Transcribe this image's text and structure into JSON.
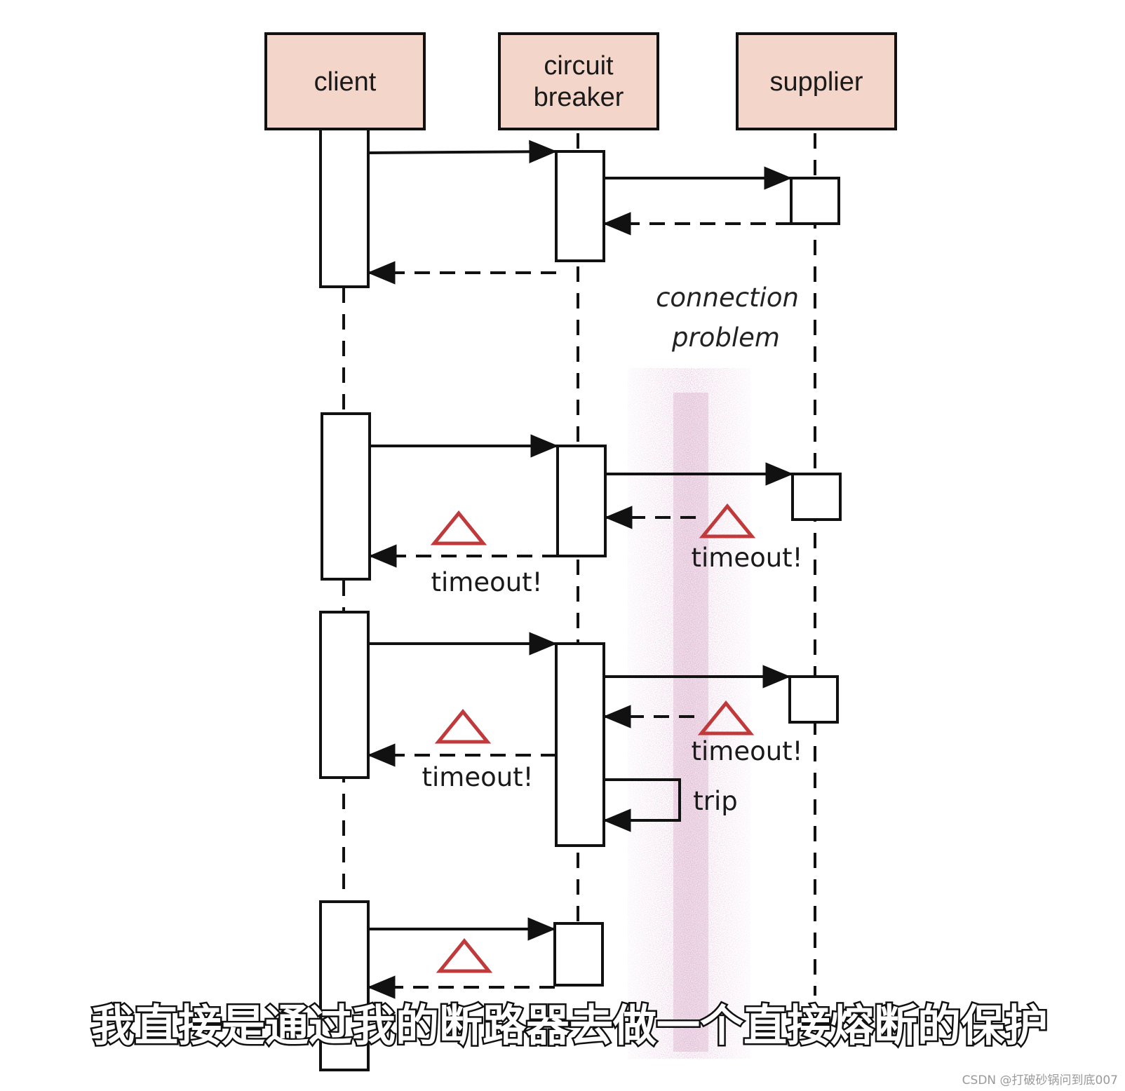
{
  "diagram": {
    "participants": [
      {
        "id": "client",
        "lines": [
          "client"
        ]
      },
      {
        "id": "circuit-breaker",
        "lines": [
          "circuit",
          "breaker"
        ]
      },
      {
        "id": "supplier",
        "lines": [
          "supplier"
        ]
      }
    ],
    "note": {
      "lines": [
        "connection",
        "problem"
      ]
    },
    "labels": {
      "timeout": "timeout!",
      "trip": "trip"
    },
    "colors": {
      "participant_fill": "#f3d5c9",
      "line": "#111111",
      "warning": "#c0393b",
      "problem_zone": "#d7a9c6"
    },
    "icons": [
      "warning-triangle-icon"
    ]
  },
  "caption": "我直接是通过我的断路器去做一个直接熔断的保护",
  "watermark": "CSDN @打破砂锅问到底007"
}
